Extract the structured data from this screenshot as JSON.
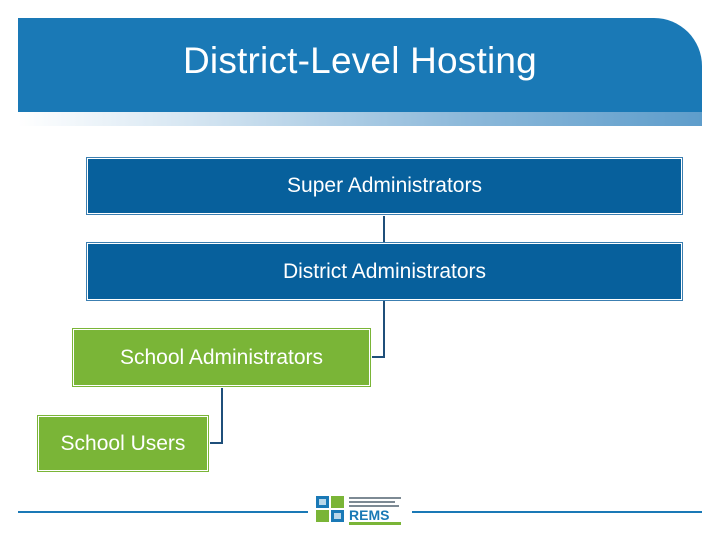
{
  "slide": {
    "title": "District-Level Hosting"
  },
  "hierarchy": [
    {
      "id": "super",
      "label": "Super Administrators",
      "color": "#07609c"
    },
    {
      "id": "district",
      "label": "District Administrators",
      "color": "#07609c"
    },
    {
      "id": "school_admin",
      "label": "School Administrators",
      "color": "#7ab537"
    },
    {
      "id": "school_users",
      "label": "School Users",
      "color": "#7ab537"
    }
  ],
  "footer": {
    "logo_text": "REMS",
    "logo_icon": "rems-logo-icon"
  },
  "colors": {
    "header": "#1a79b6",
    "admin_box": "#07609c",
    "school_box": "#7ab537",
    "connector": "#1f4f7a"
  }
}
